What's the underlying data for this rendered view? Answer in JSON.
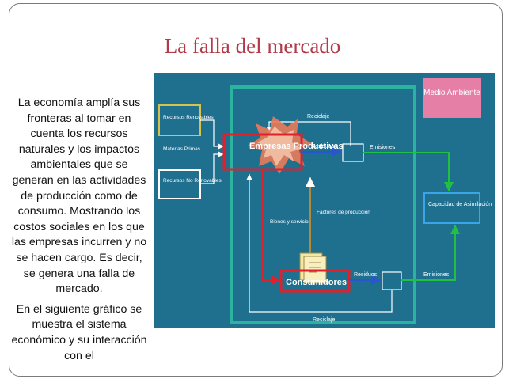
{
  "slide": {
    "title": "La falla del mercado",
    "paragraph_1": "La economía amplía sus fronteras al tomar en cuenta los recursos naturales y los impactos ambientales que se generan en las actividades de producción como de consumo. Mostrando los costos sociales en los que las empresas incurren y no se hacen cargo. Es decir, se genera una falla de mercado.",
    "paragraph_2": "En el siguiente gráfico se muestra el sistema económico y su interacción con el"
  },
  "diagram": {
    "medio_ambiente": "Medio Ambiente",
    "recursos_renovables": "Recursos Renovables",
    "materias_primas": "Materias Primas",
    "recursos_no_renovables": "Recursos No Renovables",
    "empresas_productivas": "Empresas Productivas",
    "reciclaje_top": "Reciclaje",
    "residuos_top": "Residuos",
    "emisiones_top": "Emisiones",
    "capacidad_asimilacion": "Capacidad de Asimilación",
    "bienes_servicios": "Bienes y servicios",
    "factores_produccion": "Factores de producción",
    "consumidores": "Consumidores",
    "residuos_bottom": "Residuos",
    "emisiones_bottom": "Emisiones",
    "reciclaje_bottom": "Reciclaje"
  },
  "colors": {
    "title": "#b33a49",
    "diagram_background": "#1f6f8f",
    "system_box": "#2bb3a0",
    "highlight_red": "#e0202a",
    "medio_ambiente_box": "#e67fa6",
    "input_box": "#d8c24a",
    "capacity_box": "#3aa6e8",
    "flow_green": "#20c040",
    "flow_blue": "#2a55d0"
  }
}
